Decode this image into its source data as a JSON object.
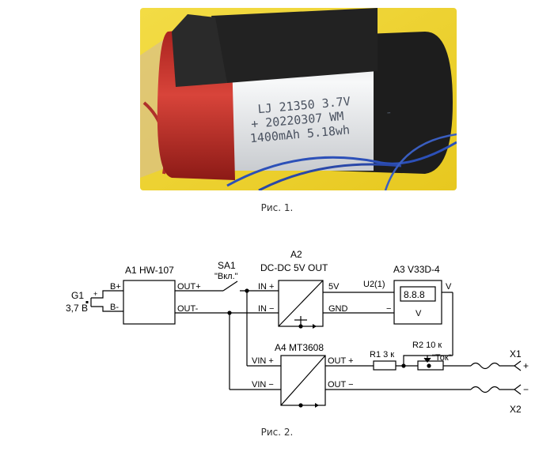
{
  "figure1": {
    "caption": "Рис. 1.",
    "label": {
      "line1": "LJ  21350 3.7V",
      "line2": "+ 20220307 WM",
      "minus": "-",
      "line3": "1400mAh 5.18wh"
    },
    "colors": {
      "background": "#f1d52a",
      "wrap_red": "#c8322a",
      "tape_black": "#1c1c1c",
      "label_white": "#eef0f2",
      "wire_blue": "#2c50b8"
    }
  },
  "figure2": {
    "caption": "Рис. 2.",
    "g1": {
      "ref": "G1",
      "value": "3,7 В",
      "plus": "+"
    },
    "a1": {
      "title": "A1  HW-107",
      "b_plus": "B+",
      "b_minus": "B-",
      "out_plus": "OUT+",
      "out_minus": "OUT-"
    },
    "sa1": {
      "ref": "SA1",
      "label": "\"Вкл.\""
    },
    "a2": {
      "ref": "A2",
      "title": "DC-DC 5V OUT",
      "in_plus": "IN +",
      "in_minus": "IN −",
      "out_5v": "5V",
      "gnd": "GND"
    },
    "a3": {
      "title": "A3  V33D-4",
      "u2": "U2(1)",
      "v_pin": "V",
      "minus": "−",
      "digits": "8.8.8",
      "v_label": "V"
    },
    "a4": {
      "title": "A4  MT3608",
      "vin_plus": "VIN +",
      "vin_minus": "VIN −",
      "out_plus": "OUT +",
      "out_minus": "OUT −"
    },
    "r1": {
      "label": "R1  3 к"
    },
    "r2": {
      "label": "R2  10 к",
      "name": "\"Ток\""
    },
    "x1": {
      "ref": "X1",
      "pol": "+"
    },
    "x2": {
      "ref": "X2",
      "pol": "−"
    }
  }
}
